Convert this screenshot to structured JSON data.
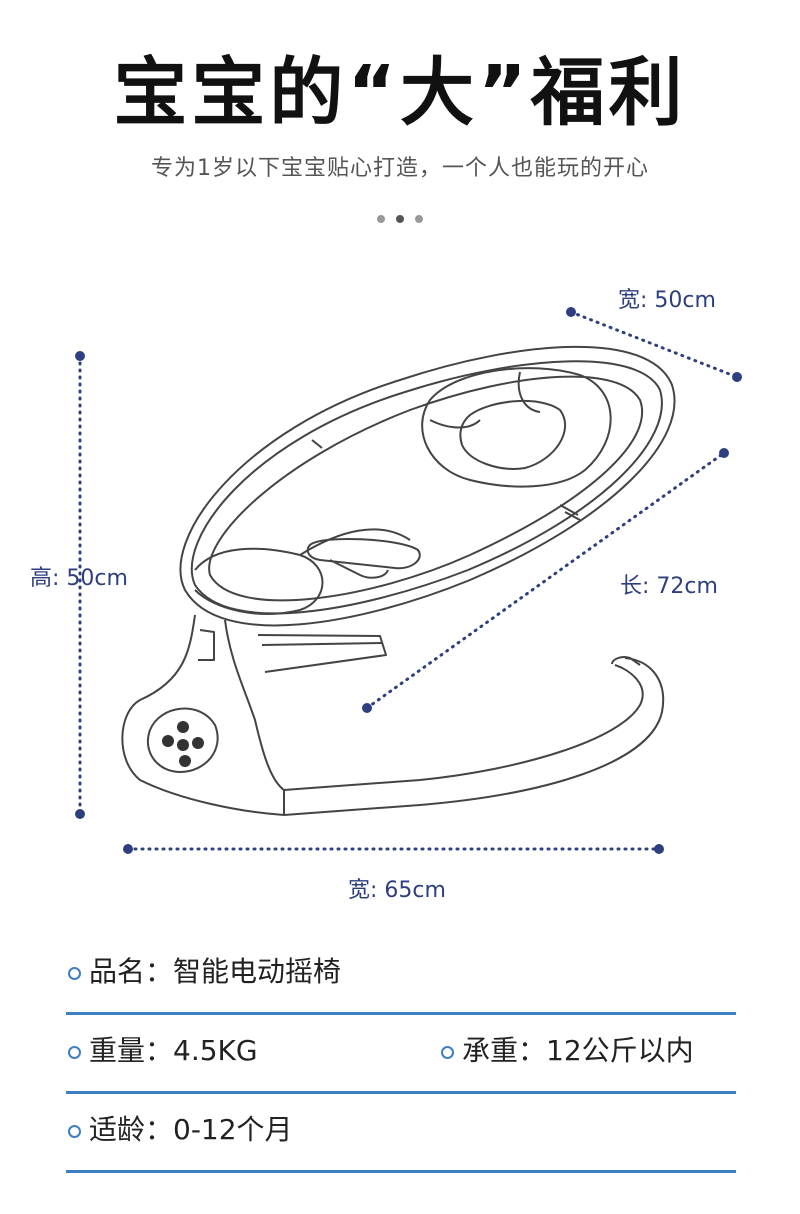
{
  "header": {
    "title": "宝宝的“大”福利",
    "subtitle": "专为1岁以下宝宝贴心打造，一个人也能玩的开心"
  },
  "carousel": {
    "count": 3,
    "active": 1
  },
  "dimensions": {
    "height_label": "高: 50cm",
    "width_top_label": "宽: 50cm",
    "length_label": "长: 72cm",
    "width_bottom_label": "宽: 65cm"
  },
  "specs": {
    "name": "品名：智能电动摇椅",
    "weight": "重量：4.5KG",
    "load": "承重：12公斤以内",
    "age": "适龄：0-12个月"
  },
  "colors": {
    "accent_blue": "#3c7fc3",
    "dim_navy": "#2e3f7f",
    "line_gray": "#444444"
  }
}
